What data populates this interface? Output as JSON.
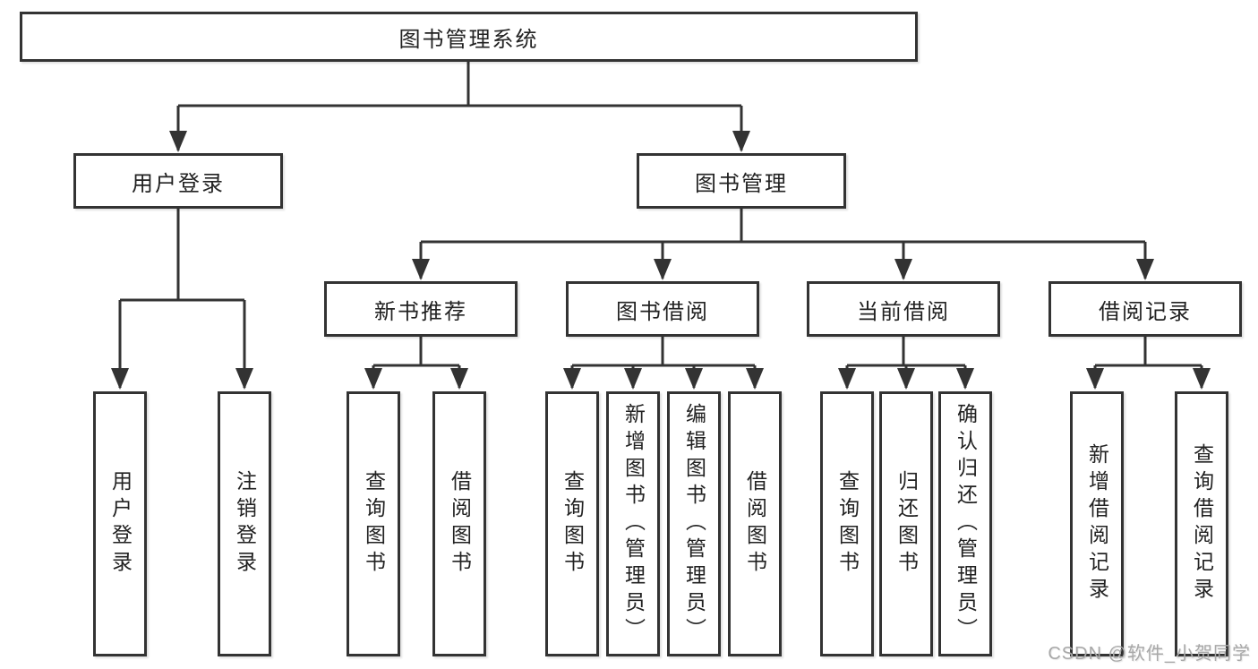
{
  "diagram": {
    "root": {
      "label": "图书管理系统"
    },
    "branches": [
      {
        "label": "用户登录",
        "children": [
          {
            "label": "用户登录"
          },
          {
            "label": "注销登录"
          }
        ]
      },
      {
        "label": "图书管理",
        "children": [
          {
            "label": "新书推荐",
            "children": [
              {
                "label": "查询图书"
              },
              {
                "label": "借阅图书"
              }
            ]
          },
          {
            "label": "图书借阅",
            "children": [
              {
                "label": "查询图书"
              },
              {
                "label": "新增图书（管理员）"
              },
              {
                "label": "编辑图书（管理员）"
              },
              {
                "label": "借阅图书"
              }
            ]
          },
          {
            "label": "当前借阅",
            "children": [
              {
                "label": "查询图书"
              },
              {
                "label": "归还图书"
              },
              {
                "label": "确认归还（管理员）"
              }
            ]
          },
          {
            "label": "借阅记录",
            "children": [
              {
                "label": "新增借阅记录"
              },
              {
                "label": "查询借阅记录"
              }
            ]
          }
        ]
      }
    ]
  },
  "watermark": {
    "text": "CSDN @软件_小贺同学"
  },
  "colors": {
    "line": "#333333",
    "box_border": "#333333",
    "text": "#222222",
    "background": "#ffffff",
    "watermark": "#a8a8a8"
  }
}
